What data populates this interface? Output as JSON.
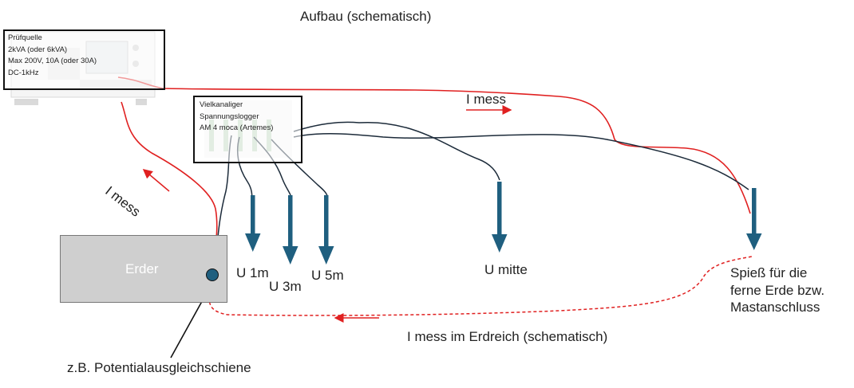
{
  "title": "Aufbau (schematisch)",
  "source_box": {
    "lines": [
      "Prüfquelle",
      "2kVA (oder 6kVA)",
      "Max 200V, 10A (oder 30A)",
      "DC-1kHz"
    ]
  },
  "logger_box": {
    "lines": [
      "Vielkanaliger",
      "Spannungslogger",
      "AM 4 moca (Artemes)"
    ]
  },
  "current_labels": {
    "top": "I mess",
    "left": "I mess",
    "ground": "I mess im Erdreich (schematisch)"
  },
  "erder_label": "Erder",
  "busbar_label": "z.B. Potentialausgleichschiene",
  "probes": {
    "u1": "U 1m",
    "u3": "U 3m",
    "u5": "U 5m",
    "mid": "U mitte"
  },
  "remote_label": {
    "lines": [
      "Spieß für die",
      "ferne Erde bzw.",
      "Mastanschluss"
    ]
  },
  "colors": {
    "current": "#e02020",
    "probe": "#1f5f7f",
    "wire": "#1c2b3a",
    "erder_fill": "#cfcfcf"
  }
}
